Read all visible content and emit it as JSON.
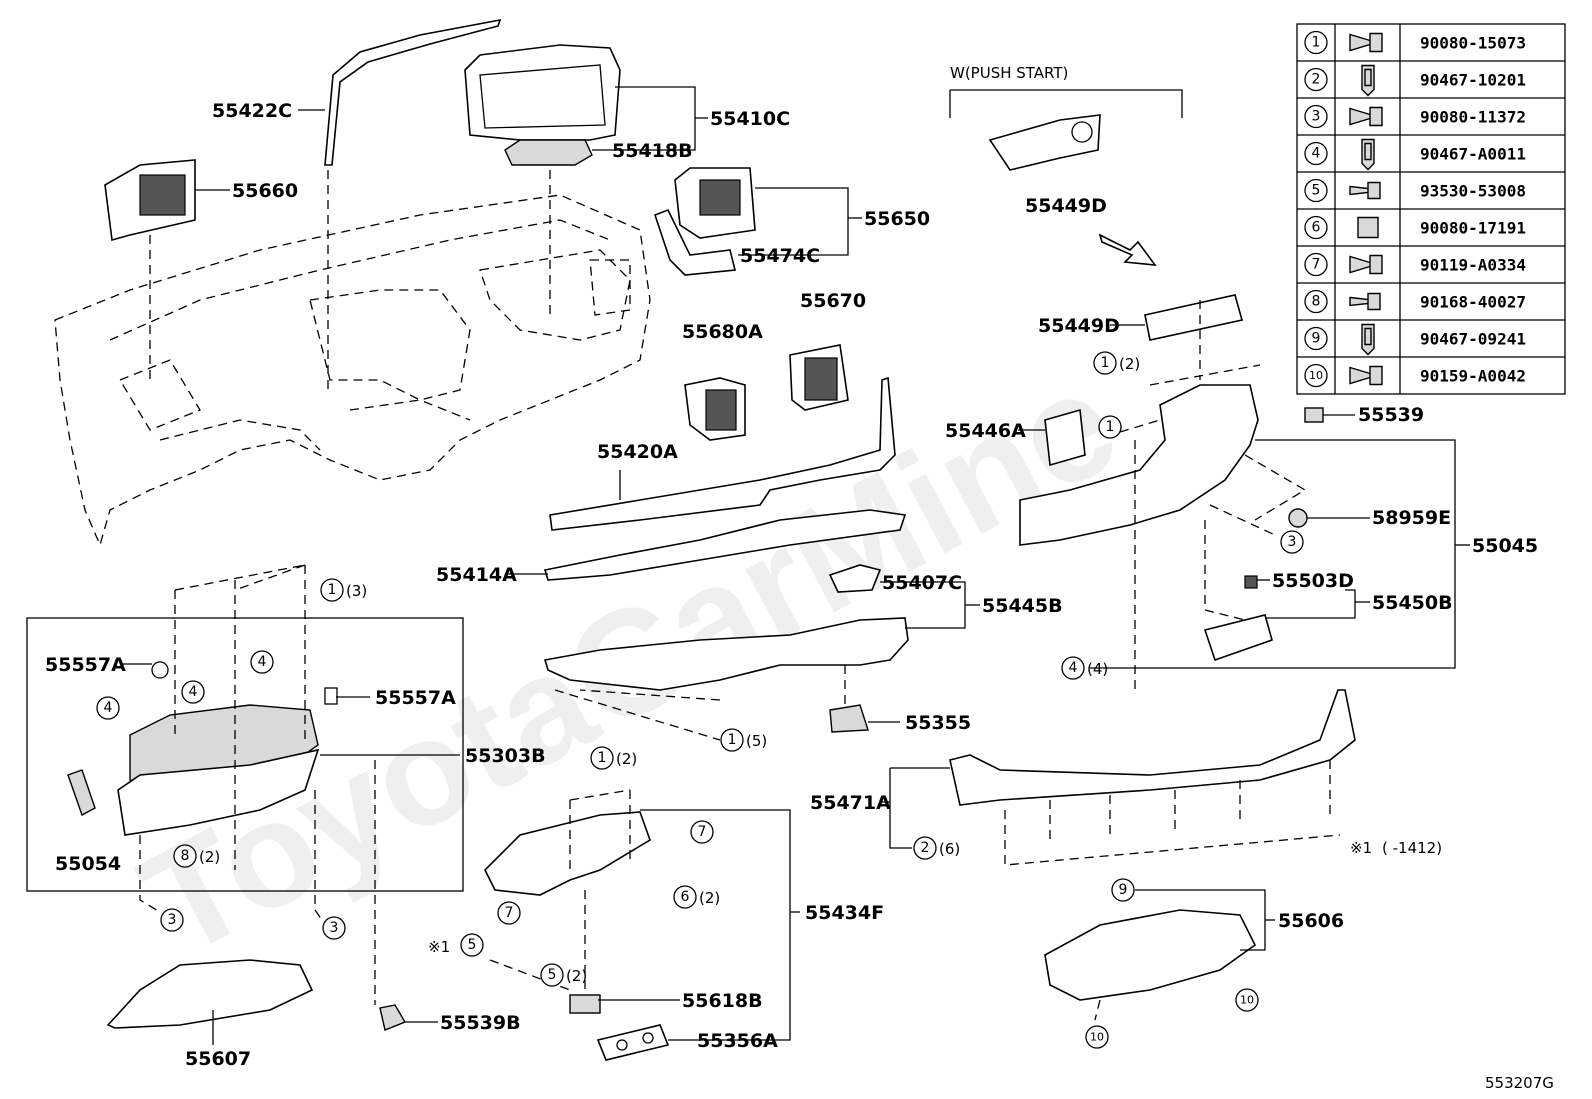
{
  "watermark": "ToyotaCarMine",
  "diagram_code": "553207G",
  "variant_note": "W(PUSH START)",
  "footnote": {
    "marker": "※1",
    "text": "( -1412)"
  },
  "part_labels": {
    "p55422C": "55422C",
    "p55410C": "55410C",
    "p55418B": "55418B",
    "p55660": "55660",
    "p55650": "55650",
    "p55474C": "55474C",
    "p55680A": "55680A",
    "p55670": "55670",
    "p55420A": "55420A",
    "p55414A": "55414A",
    "p55407C": "55407C",
    "p55445B": "55445B",
    "p55355": "55355",
    "p55557A_l": "55557A",
    "p55557A_r": "55557A",
    "p55303B": "55303B",
    "p55054": "55054",
    "p55607": "55607",
    "p55539B": "55539B",
    "p55434F": "55434F",
    "p55618B": "55618B",
    "p55356A": "55356A",
    "p55471A": "55471A",
    "p55606": "55606",
    "p55449D_top": "55449D",
    "p55449D": "55449D",
    "p55446A": "55446A",
    "p55539": "55539",
    "p58959E": "58959E",
    "p55045": "55045",
    "p55503D": "55503D",
    "p55450B": "55450B"
  },
  "callouts": {
    "c1_3": {
      "num": "1",
      "qty": "(3)"
    },
    "c1_5": {
      "num": "1",
      "qty": "(5)"
    },
    "c1_2a": {
      "num": "1",
      "qty": "(2)"
    },
    "c1_2b": {
      "num": "1",
      "qty": "(2)"
    },
    "c1_solo": {
      "num": "1",
      "qty": ""
    },
    "c3_right": {
      "num": "3",
      "qty": ""
    },
    "c4_4": {
      "num": "4",
      "qty": "(4)"
    },
    "c4_a": {
      "num": "4",
      "qty": ""
    },
    "c4_b": {
      "num": "4",
      "qty": ""
    },
    "c4_c": {
      "num": "4",
      "qty": ""
    },
    "c8_2": {
      "num": "8",
      "qty": "(2)"
    },
    "c3_a": {
      "num": "3",
      "qty": ""
    },
    "c3_b": {
      "num": "3",
      "qty": ""
    },
    "c7_a": {
      "num": "7",
      "qty": ""
    },
    "c7_b": {
      "num": "7",
      "qty": ""
    },
    "c6_2": {
      "num": "6",
      "qty": "(2)"
    },
    "c5_star": {
      "num": "5",
      "qty": ""
    },
    "c5_2": {
      "num": "5",
      "qty": "(2)"
    },
    "c2_6": {
      "num": "2",
      "qty": "(6)"
    },
    "c9": {
      "num": "9",
      "qty": ""
    },
    "c10_a": {
      "num": "10",
      "qty": ""
    },
    "c10_b": {
      "num": "10",
      "qty": ""
    }
  },
  "fastener_table": [
    {
      "num": "1",
      "icon": "bolt-washer-icon",
      "part": "90080-15073"
    },
    {
      "num": "2",
      "icon": "clip-icon",
      "part": "90467-10201"
    },
    {
      "num": "3",
      "icon": "bolt-washer-icon",
      "part": "90080-11372"
    },
    {
      "num": "4",
      "icon": "clip-icon",
      "part": "90467-A0011"
    },
    {
      "num": "5",
      "icon": "screw-icon",
      "part": "93530-53008"
    },
    {
      "num": "6",
      "icon": "nut-icon",
      "part": "90080-17191"
    },
    {
      "num": "7",
      "icon": "bolt-washer-icon",
      "part": "90119-A0334"
    },
    {
      "num": "8",
      "icon": "screw-icon",
      "part": "90168-40027"
    },
    {
      "num": "9",
      "icon": "clip-icon",
      "part": "90467-09241"
    },
    {
      "num": "10",
      "icon": "bolt-washer-icon",
      "part": "90159-A0042"
    }
  ]
}
